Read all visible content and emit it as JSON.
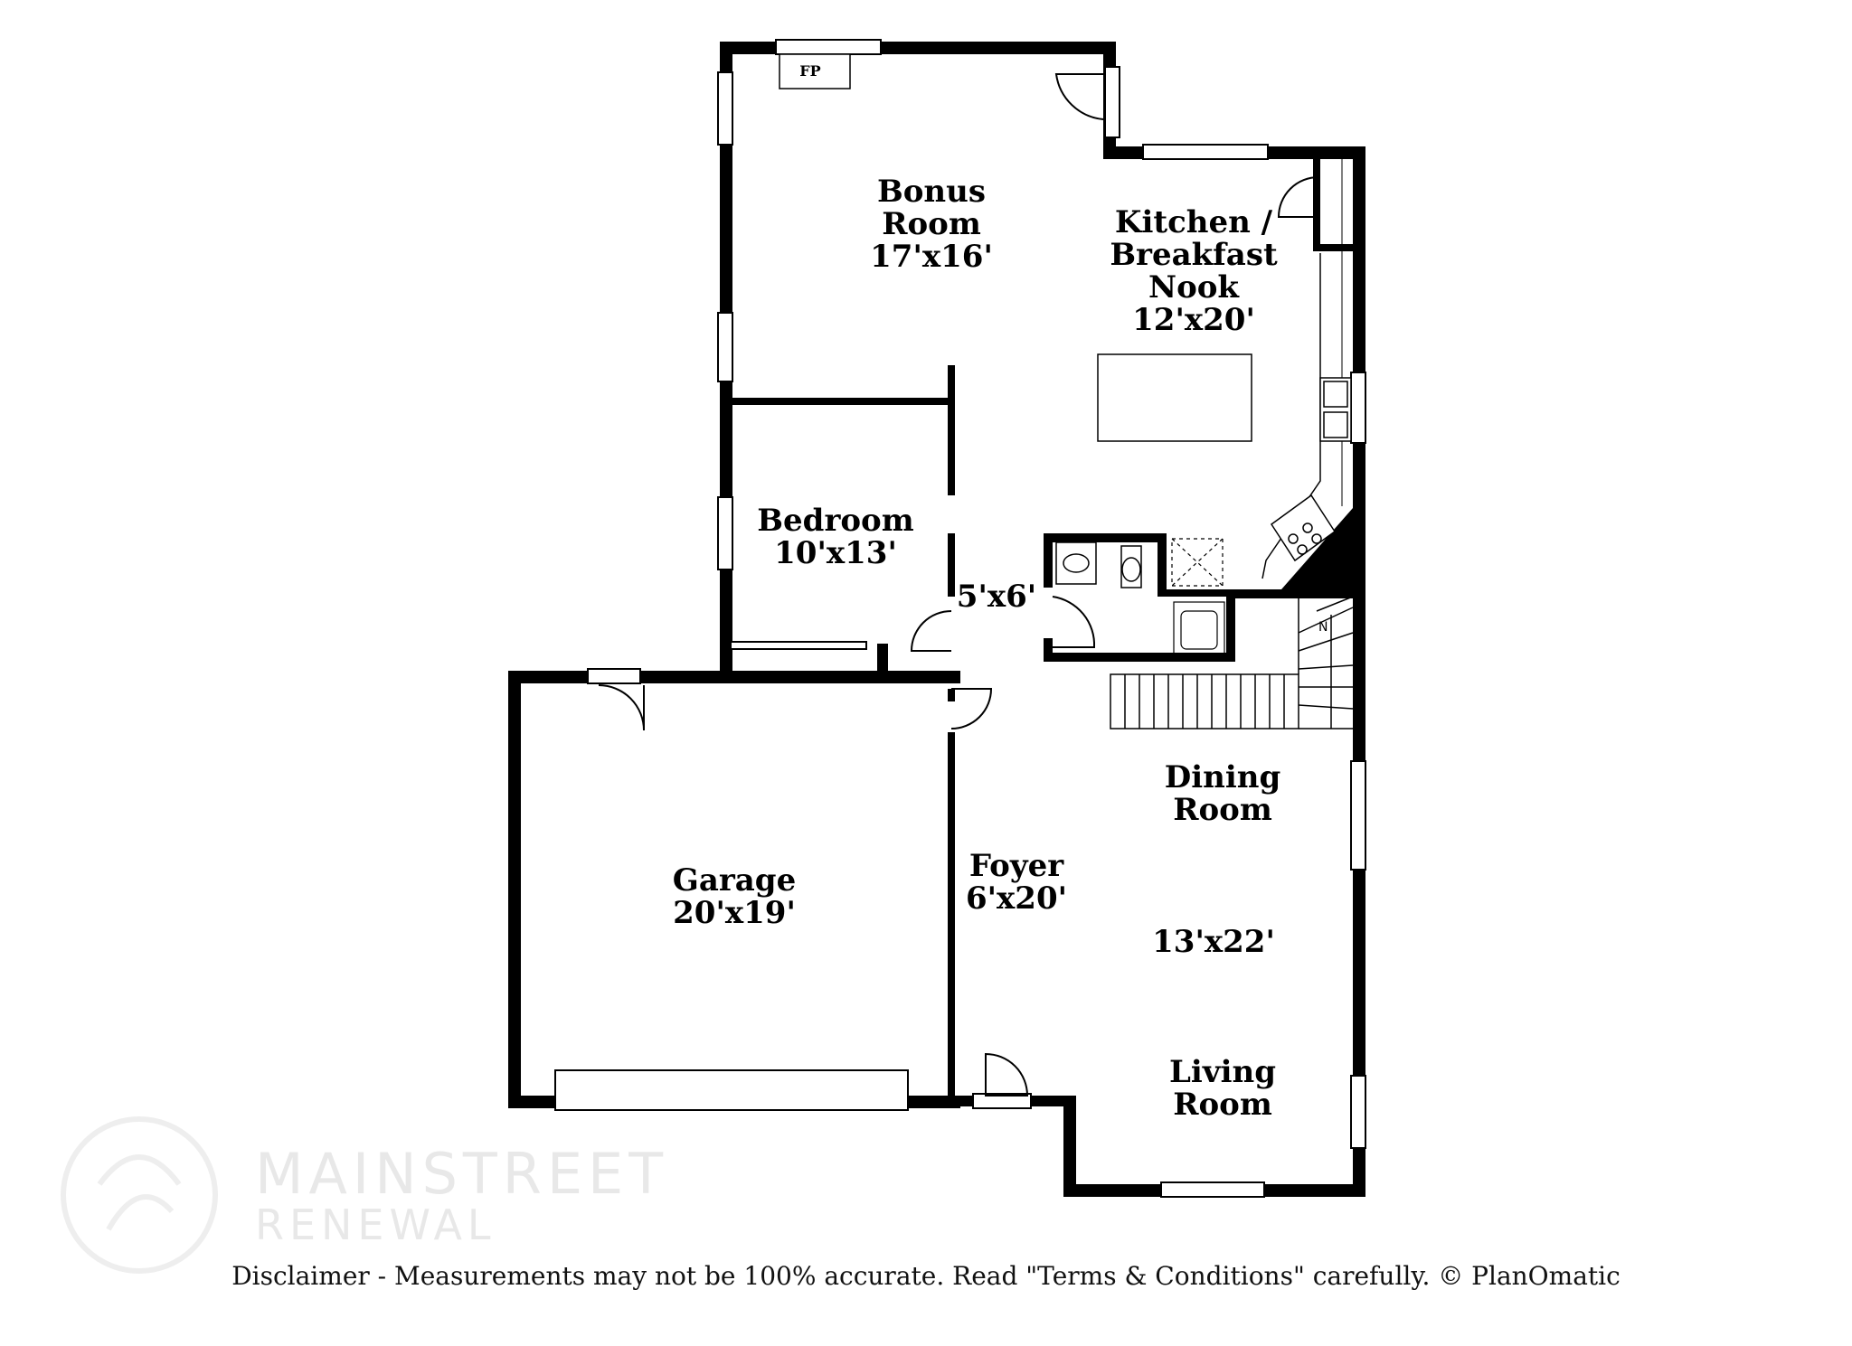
{
  "rooms": {
    "bonus": {
      "line1": "Bonus",
      "line2": "Room",
      "size": "17'x16'"
    },
    "kitchen": {
      "line1": "Kitchen /",
      "line2": "Breakfast",
      "line3": "Nook",
      "size": "12'x20'"
    },
    "bedroom": {
      "line1": "Bedroom",
      "size": "10'x13'"
    },
    "bath": {
      "size": "5'x6'"
    },
    "garage": {
      "line1": "Garage",
      "size": "20'x19'"
    },
    "foyer": {
      "line1": "Foyer",
      "size": "6'x20'"
    },
    "dining": {
      "line1": "Dining",
      "line2": "Room",
      "size": "13'x22'"
    },
    "living": {
      "line1": "Living",
      "line2": "Room"
    }
  },
  "fixtures": {
    "fireplace": "FP",
    "stair_direction": "N"
  },
  "watermark": {
    "line1": "MAINSTREET",
    "line2": "RENEWAL"
  },
  "disclaimer": "Disclaimer - Measurements may not be 100% accurate. Read \"Terms & Conditions\" carefully. © PlanOmatic",
  "colors": {
    "wall": "#000000",
    "window": "#ffffff",
    "watermark": "#e8e8e8"
  }
}
